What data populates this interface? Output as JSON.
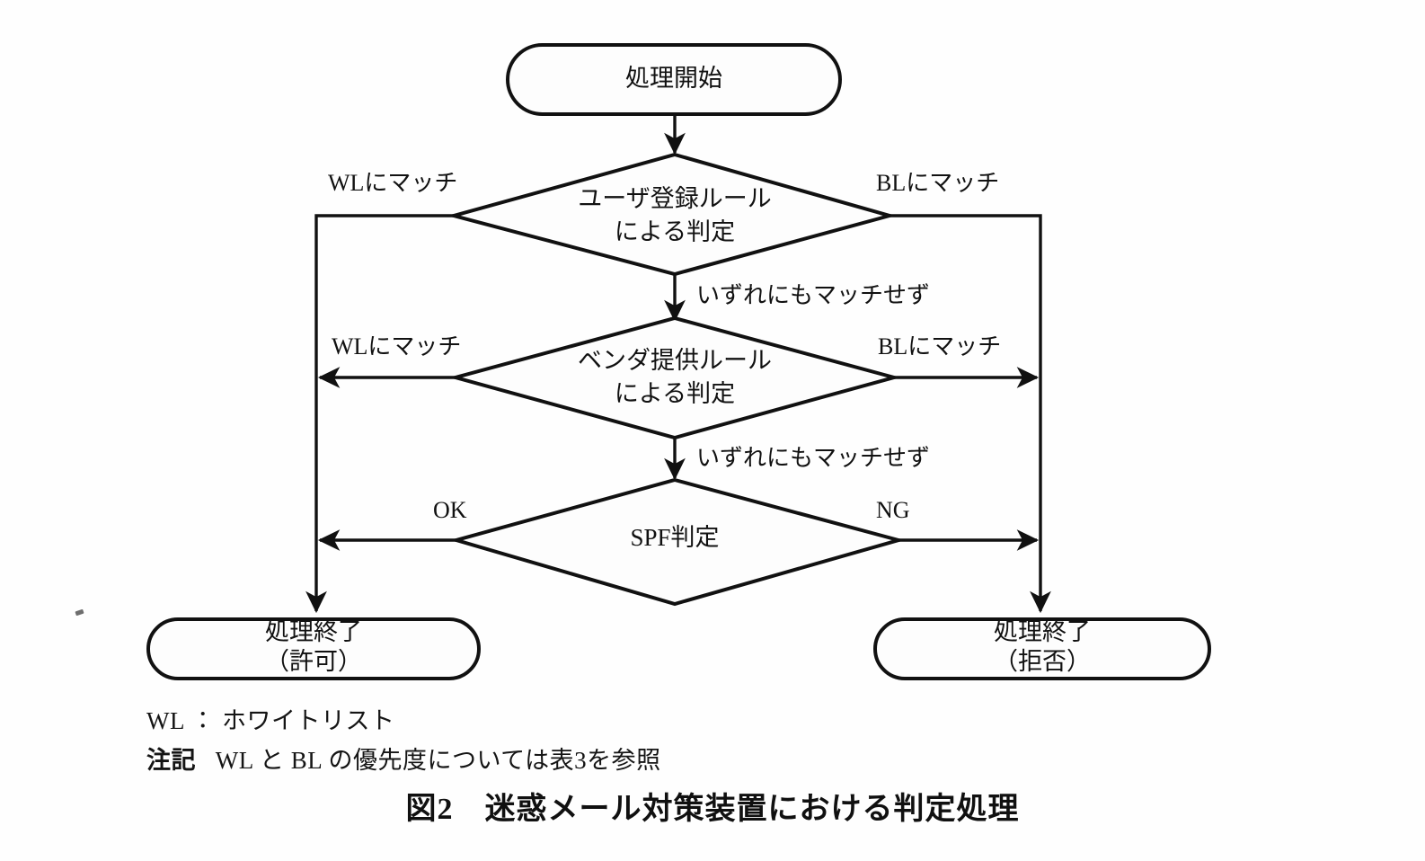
{
  "figure": {
    "caption": "図2　迷惑メール対策装置における判定処理"
  },
  "diagram": {
    "type": "flowchart",
    "title": "迷惑メール対策装置における判定処理",
    "nodes": {
      "start": {
        "shape": "terminator",
        "label": "処理開始"
      },
      "decision_user_rule": {
        "shape": "decision",
        "line1": "ユーザ登録ルール",
        "line2": "による判定"
      },
      "decision_vendor_rule": {
        "shape": "decision",
        "line1": "ベンダ提供ルール",
        "line2": "による判定"
      },
      "decision_spf": {
        "shape": "decision",
        "line1": "SPF判定",
        "line2": ""
      },
      "end_allow": {
        "shape": "terminator",
        "line1": "処理終了",
        "line2": "（許可）"
      },
      "end_deny": {
        "shape": "terminator",
        "line1": "処理終了",
        "line2": "（拒否）"
      }
    },
    "edge_labels": {
      "user_rule_left": "WLにマッチ",
      "user_rule_right": "BLにマッチ",
      "user_rule_down": "いずれにもマッチせず",
      "vendor_rule_left": "WLにマッチ",
      "vendor_rule_right": "BLにマッチ",
      "vendor_rule_down": "いずれにもマッチせず",
      "spf_left": "OK",
      "spf_right": "NG"
    }
  },
  "legend": {
    "abbreviation": "WL ： ホワイトリスト",
    "note_label": "注記",
    "note_text": "WL と BL の優先度については表3を参照"
  },
  "colors": {
    "stroke": "#111111",
    "background": "#fefefe",
    "shape_fill": "#fdfdfd"
  }
}
